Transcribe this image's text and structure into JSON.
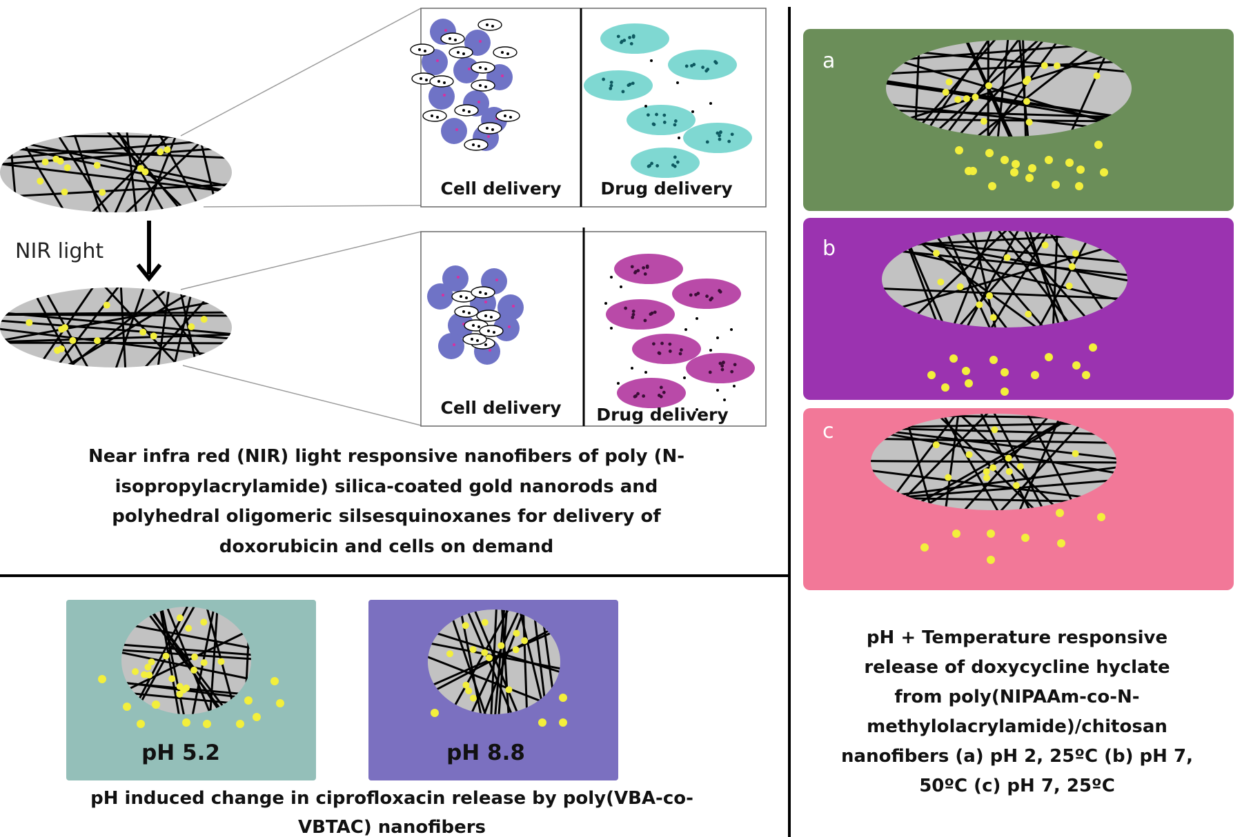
{
  "nir": {
    "arrow_label": "NIR light",
    "panel_top": {
      "left_label": "Cell delivery",
      "right_label": "Drug delivery"
    },
    "panel_bottom": {
      "left_label": "Cell delivery",
      "right_label": "Drug delivery"
    },
    "caption_lines": [
      "Near infra red (NIR) light responsive nanofibers of poly (N-",
      "isopropylacrylamide)  silica-coated gold nanorods  and",
      "polyhedral  oligomeric  silsesquinoxanes  for delivery of",
      "doxorubicin  and cells on demand"
    ]
  },
  "ph": {
    "left_box_label": "pH 5.2",
    "right_box_label": "pH 8.8",
    "caption_lines": [
      "pH induced change in ciprofloxacin release by poly(VBA-co-",
      "VBTAC) nanofibers"
    ]
  },
  "thermo": {
    "panels": [
      {
        "letter": "a",
        "color": "#6b8e59"
      },
      {
        "letter": "b",
        "color": "#9b33b0"
      },
      {
        "letter": "c",
        "color": "#f27898"
      }
    ],
    "caption_lines": [
      "pH + Temperature responsive",
      "release of  doxycycline hyclate",
      "from poly(NIPAAm-co-N-",
      "methylolacrylamide)/chitosan",
      "nanofibers  (a) pH 2, 25ºC (b) pH 7,",
      "50ºC (c) pH 7, 25ºC"
    ]
  },
  "colors": {
    "fiber_mat": "#c2c2c2",
    "gold_particle": "#f3ef3c",
    "cell": "#6f73c6",
    "drug_top": "#7fd8d2",
    "drug_bottom": "#b94aa8",
    "ph_left_bg": "#94bfb9",
    "ph_right_bg": "#7b70c0"
  }
}
